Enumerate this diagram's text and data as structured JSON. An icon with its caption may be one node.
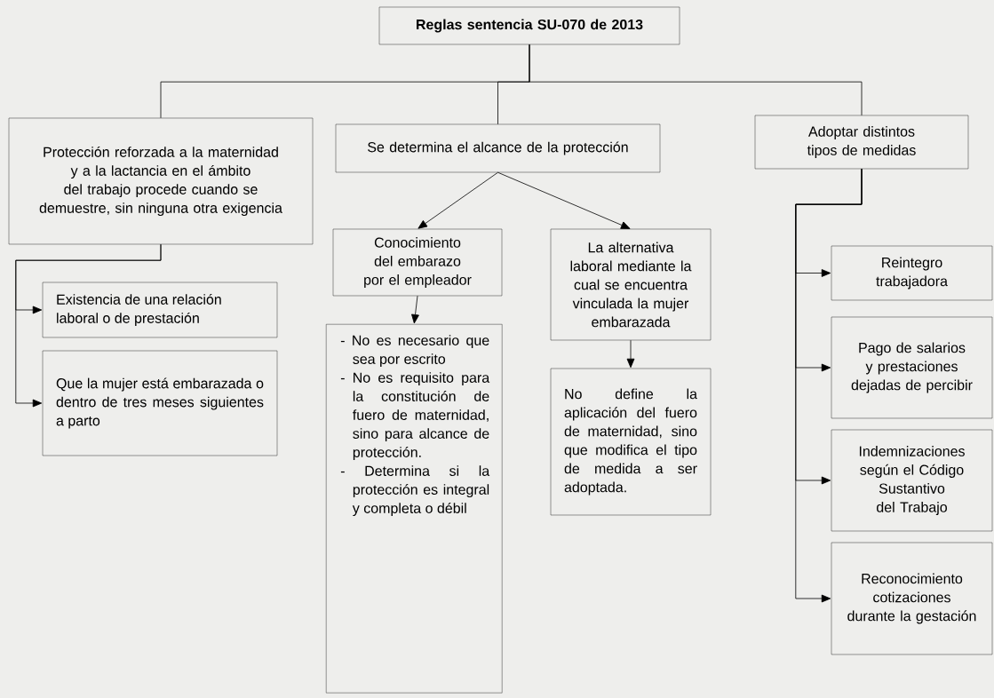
{
  "diagram": {
    "nodes": [
      {
        "text": [
          "Reglas sentencia SU-070 de 2013"
        ]
      },
      {
        "text": [
          "Protección reforzada a la maternidad y a la lactancia en el ámbito del trabajo procede cuando se demuestre, sin ninguna otra exigencia"
        ]
      },
      {
        "text": [
          "Se determina el alcance de la protección"
        ]
      },
      {
        "text": [
          "Adoptar distintos tipos de medidas"
        ]
      },
      {
        "text": [
          "Conocimiento del embarazo por el empleador"
        ]
      },
      {
        "text": [
          "La alternativa laboral mediante la cual se encuentra vinculada la mujer embarazada"
        ]
      },
      {
        "text": [
          "Existencia de una relación laboral o de prestación"
        ]
      },
      {
        "text": [
          "Que la mujer está embarazada o dentro de tres meses siguientes a parto"
        ]
      },
      {
        "text": [
          "- No es necesario que sea por escrito",
          "- No es requisito para la constitución de fuero de maternidad, sino para alcance de protección.",
          "- Determina si la protección es integral y completa o débil"
        ]
      },
      {
        "text": [
          "No define la aplicación del fuero de maternidad, sino que modifica el tipo de medida a ser adoptada."
        ]
      },
      {
        "text": [
          "Reintegro trabajadora"
        ]
      },
      {
        "text": [
          "Pago de salarios y prestaciones dejadas de percibir"
        ]
      },
      {
        "text": [
          "Indemnizaciones según el Código Sustantivo del Trabajo"
        ]
      },
      {
        "text": [
          "Reconocimiento cotizaciones durante la gestación"
        ]
      }
    ],
    "edges": [
      {
        "from": 0,
        "to": 1,
        "arrow": "none"
      },
      {
        "from": 0,
        "to": 2,
        "arrow": "none"
      },
      {
        "from": 0,
        "to": 3,
        "arrow": "none"
      },
      {
        "from": 2,
        "to": 4,
        "arrow": "to"
      },
      {
        "from": 2,
        "to": 5,
        "arrow": "to"
      },
      {
        "from": 1,
        "to": 6,
        "arrow": "to"
      },
      {
        "from": 1,
        "to": 7,
        "arrow": "to"
      },
      {
        "from": 4,
        "to": 8,
        "arrow": "to"
      },
      {
        "from": 5,
        "to": 9,
        "arrow": "to"
      },
      {
        "from": 3,
        "to": 10,
        "arrow": "to"
      },
      {
        "from": 3,
        "to": 11,
        "arrow": "to"
      },
      {
        "from": 3,
        "to": 12,
        "arrow": "to"
      },
      {
        "from": 3,
        "to": 13,
        "arrow": "to"
      }
    ]
  }
}
